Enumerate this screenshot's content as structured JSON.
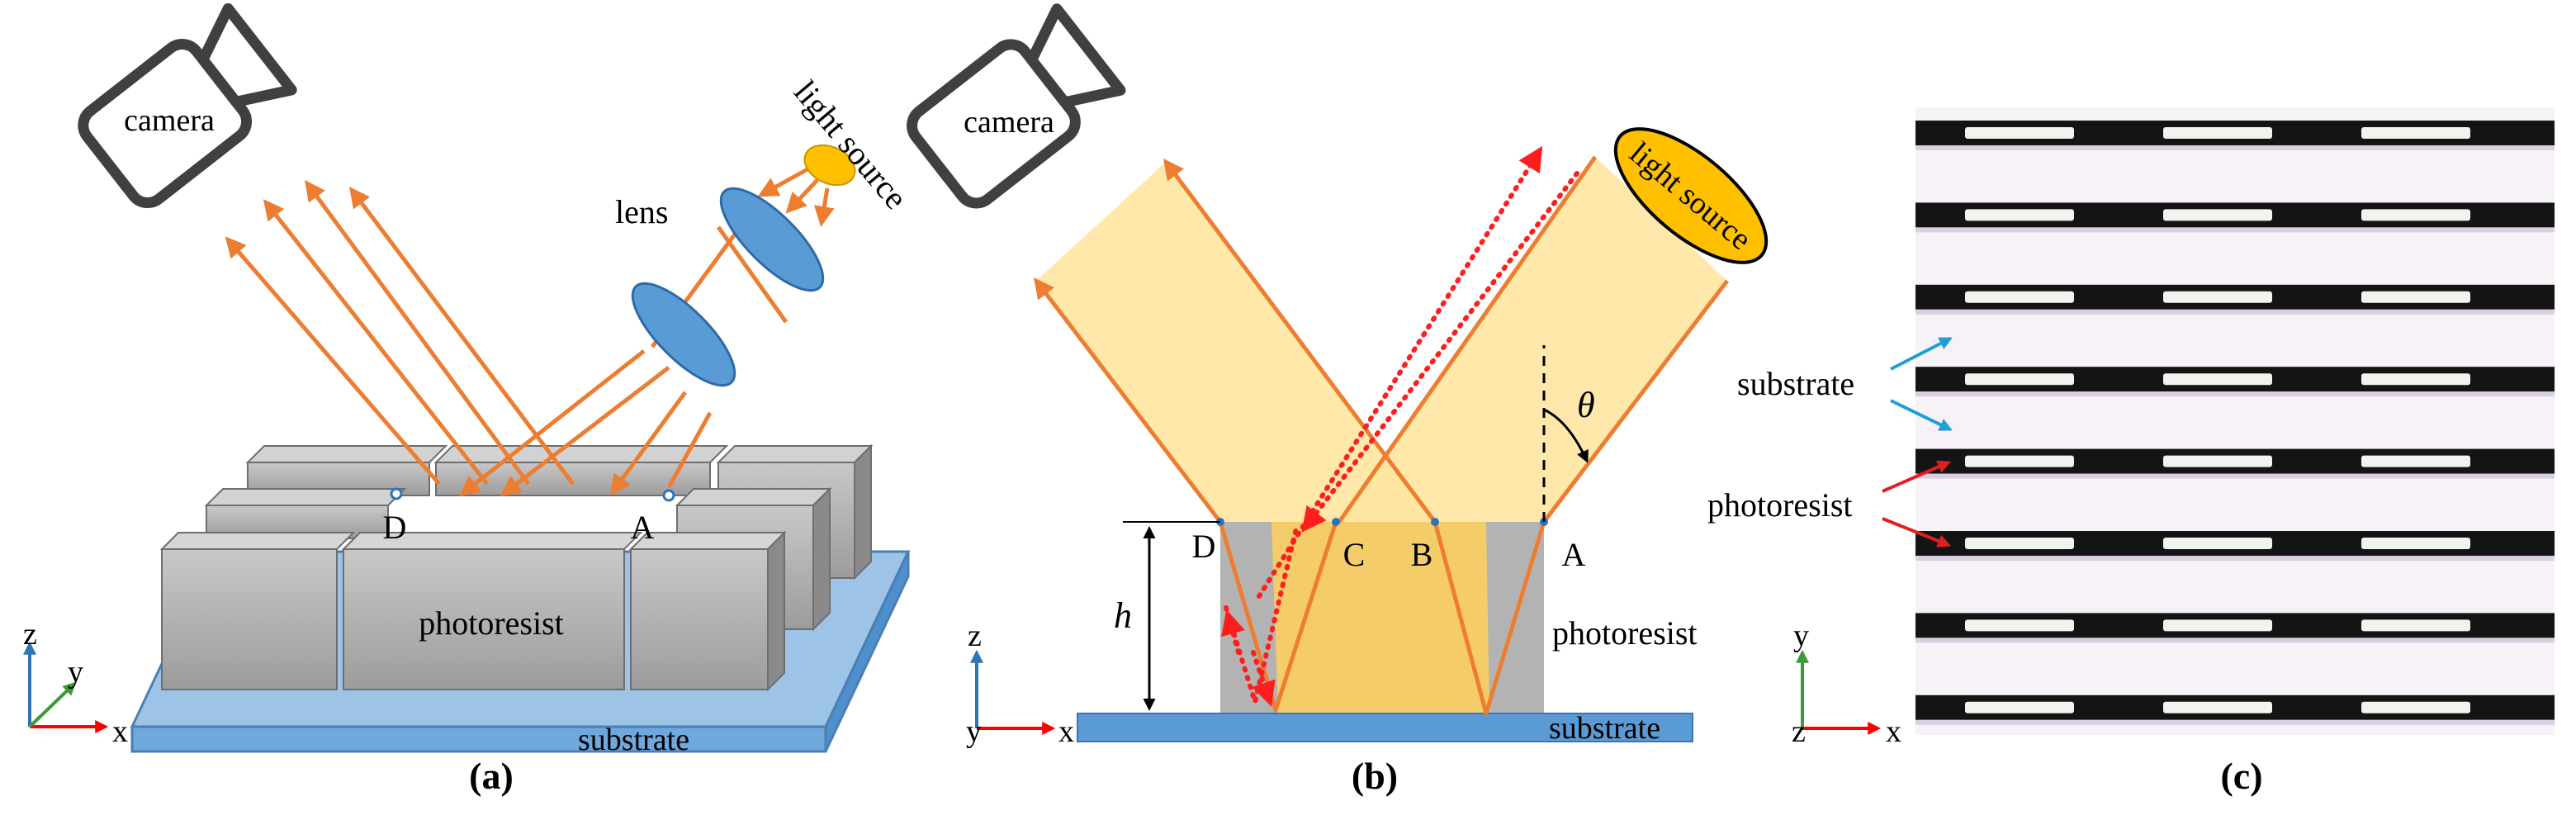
{
  "panels": {
    "a": {
      "caption": "(a)",
      "camera": "camera",
      "light_source": "light source",
      "lens": "lens",
      "point_d": "D",
      "point_a": "A",
      "photoresist": "photoresist",
      "substrate": "substrate",
      "axis_z": "z",
      "axis_y": "y",
      "axis_x": "x"
    },
    "b": {
      "caption": "(b)",
      "camera": "camera",
      "light_source": "light source",
      "angle": "θ",
      "height": "h",
      "point_d": "D",
      "point_c": "C",
      "point_b": "B",
      "point_a": "A",
      "photoresist": "photoresist",
      "substrate": "substrate",
      "axis_z": "z",
      "axis_y": "y",
      "axis_x": "x"
    },
    "c": {
      "caption": "(c)",
      "substrate": "substrate",
      "photoresist": "photoresist",
      "axis_y": "y",
      "axis_z": "z",
      "axis_x": "x"
    }
  },
  "colors": {
    "ray": "#ed7d31",
    "dotted_ray": "#ff1e1e",
    "lens": "#5b9bd5",
    "light_source": "#ffc000",
    "beam": "#ffe6a0",
    "photoresist_block": "#a6a6a6",
    "substrate": "#6fa8dc",
    "axis_z": "#2e75b6",
    "axis_x": "#ff0000",
    "axis_y": "#3c9a3c",
    "pointer_blue": "#1f9fd6",
    "pointer_red": "#e02020"
  }
}
